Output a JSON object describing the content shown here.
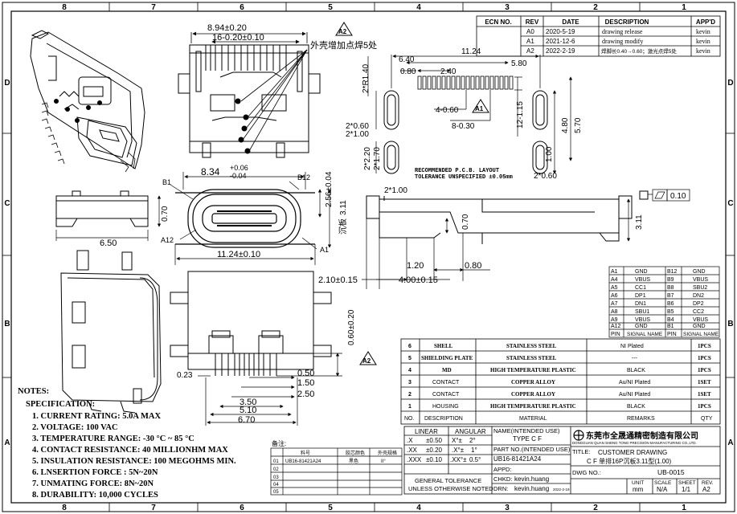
{
  "columns": [
    "8",
    "7",
    "6",
    "5",
    "4",
    "3",
    "2",
    "1"
  ],
  "rows": [
    "D",
    "C",
    "B",
    "A"
  ],
  "revision": {
    "headers": [
      "ECN NO.",
      "REV",
      "DATE",
      "DESCRIPTION",
      "APP'D"
    ],
    "rows": [
      [
        "",
        "A0",
        "2020-5-19",
        "drawing release",
        "kevin"
      ],
      [
        "",
        "A1",
        "2021-12-6",
        "drawing modify",
        "kevin"
      ],
      [
        "",
        "A2",
        "2022-2-19",
        "焊脚长0.40→0.60；激光点焊5处",
        "kevin"
      ]
    ]
  },
  "top_view": {
    "dim_width": "8.94±0.20",
    "dim_pitch": "16-0.20±0.10",
    "rev_note": "A2",
    "weld_note": "外壳增加点焊5处"
  },
  "pcb_layout": {
    "d_11_24": "11.24",
    "d_6_40": "6.40",
    "d_5_80": "5.80",
    "d_0_80": "0.80",
    "d_2_40": "2.40",
    "d_2r_1_40": "2*R1.40",
    "d_4_060": "4-0.60",
    "d_8_030": "8-0.30",
    "d_12_115": "12-1.15",
    "d_2x060": "2*0.60",
    "d_2x100": "2*1.00",
    "d_2x220": "2*2.20",
    "d_2x170": "2*1.70",
    "d_1_00": "1.00",
    "d_4_80": "4.80",
    "d_5_70": "5.70",
    "d_2x100b": "2*1.00",
    "d_2x060b": "2*0.60",
    "rev_note": "A1",
    "caption1": "RECOMMENDED P.C.B. LAYOUT",
    "caption2": "TOLERANCE UNSPECIFIED ±0.05mm"
  },
  "front_view": {
    "d_width": "8.34",
    "d_tol_plus": "+0.06",
    "d_tol_minus": "-0.04",
    "b1": "B1",
    "b12": "B12",
    "a12": "A12",
    "a1": "A1",
    "d_256": "2.56±0.04",
    "d_311": "3.11",
    "sink": "沉板",
    "d_overall": "11.24±0.10"
  },
  "side_view_left": {
    "d_070": "0.70",
    "d_650": "6.50"
  },
  "side_view_right": {
    "d_070": "0.70",
    "d_311": "3.11",
    "d_120": "1.20",
    "d_080": "0.80",
    "d_210": "2.10±0.15",
    "d_400": "4.00±0.15",
    "flat": "0.10"
  },
  "bottom_view": {
    "d_060": "0.60±0.20",
    "rev_note": "A2",
    "d_023": "0.23",
    "d_050": "0.50",
    "d_150": "1.50",
    "d_250": "2.50",
    "d_350": "3.50",
    "d_510": "5.10",
    "d_670": "6.70"
  },
  "pinout": {
    "rows": [
      [
        "A1",
        "GND",
        "B12",
        "GND"
      ],
      [
        "A4",
        "VBUS",
        "B9",
        "VBUS"
      ],
      [
        "A5",
        "CC1",
        "B8",
        "SBU2"
      ],
      [
        "A6",
        "DP1",
        "B7",
        "DN2"
      ],
      [
        "A7",
        "DN1",
        "B6",
        "DP2"
      ],
      [
        "A8",
        "SBU1",
        "B5",
        "CC2"
      ],
      [
        "A9",
        "VBUS",
        "B4",
        "VBUS"
      ],
      [
        "A12",
        "GND",
        "B1",
        "GND"
      ]
    ],
    "headers": [
      "PIN",
      "SIGNAL NAME",
      "PIN",
      "SIGNAL NAME"
    ]
  },
  "bom": {
    "rows": [
      [
        "6",
        "SHELL",
        "STAINLESS STEEL",
        "NI Plated",
        "1PCS"
      ],
      [
        "5",
        "SHIELDING PLATE",
        "STAINLESS STEEL",
        "---",
        "1PCS"
      ],
      [
        "4",
        "MD",
        "HIGH TEMPERATURE PLASTIC",
        "BLACK",
        "1PCS"
      ],
      [
        "3",
        "CONTACT",
        "COPPER ALLOY",
        "Au/NI Plated",
        "1SET"
      ],
      [
        "2",
        "CONTACT",
        "COPPER ALLOY",
        "Au/NI Plated",
        "1SET"
      ],
      [
        "1",
        "HOUSING",
        "HIGH TEMPERATURE PLASTIC",
        "BLACK",
        "1PCS"
      ]
    ],
    "headers": [
      "NO.",
      "DESCRIPTION",
      "MATERIAL",
      "REMARKS",
      "QTY"
    ]
  },
  "notes": {
    "title": "NOTES:",
    "spec": "SPECIFICATION:",
    "items": [
      "1. CURRENT RATING: 5.0A MAX",
      "2. VOLTAGE: 100 VAC",
      "3. TEMPERATURE RANGE: -30 °C ~ 85 °C",
      "4. CONTACT RESISTANCE: 40 MILLIONHM MAX",
      "5. INSULATION RESISTANCE: 100 MEGOHMS MIN.",
      "6. LNSERTION FORCE : 5N~20N",
      "7. UNMATING FORCE: 8N~20N",
      "8. DURABILITY:    10,000 CYCLES"
    ]
  },
  "remark_table": {
    "title": "备注:",
    "headers": [
      "",
      "料号",
      "胶芯颜色",
      "外壳规格"
    ],
    "rows": [
      [
        "01",
        "UB16-81421A24",
        "黑色",
        "II°"
      ],
      [
        "02",
        "",
        "",
        ""
      ],
      [
        "03",
        "",
        "",
        ""
      ],
      [
        "04",
        "",
        "",
        ""
      ],
      [
        "05",
        "",
        "",
        ""
      ]
    ]
  },
  "title_block": {
    "linear": "LINEAR",
    "angular": "ANGULAR",
    "tol_rows": [
      [
        ".X",
        "±0.50",
        "X°±",
        "2°"
      ],
      [
        ".XX",
        "±0.20",
        ".X°±",
        "1°"
      ],
      [
        ".XXX",
        "±0.10",
        ".XX°±",
        "0.5°"
      ]
    ],
    "general1": "GENERAL TOLERANCE",
    "general2": "UNLESS OTHERWISE NOTED",
    "name_label": "NAME(INTENDED USE)",
    "name_value": "TYPE C F",
    "part_label": "PART NO.(INTENDED USE)",
    "part_value": "UB16-81421A24",
    "appd": "APPD:",
    "chkd": "CHKD:",
    "chkd_name": "kevin.huang",
    "drn": "DRN:",
    "drn_name": "kevin.huang",
    "drn_date": "2022-2-19",
    "company_cn": "东莞市全晟通精密制造有限公司",
    "company_en": "DONGGUAN QUAN SHENG TONG PRECISION MANUFACTURING CO.,LTD.",
    "title_label": "TITLE:",
    "title_value": "CUSTOMER DRAWING",
    "title_sub": "C F 单排16P沉板3.11型(1.00)",
    "dwg_label": "DWG NO.:",
    "dwg_value": "UB-0015",
    "unit_label": "UNIT",
    "unit_value": "mm",
    "scale_label": "SCALE",
    "scale_value": "N/A",
    "sheet_label": "SHEET",
    "sheet_value": "1/1",
    "rev_label": "REV.",
    "rev_value": "A2"
  }
}
